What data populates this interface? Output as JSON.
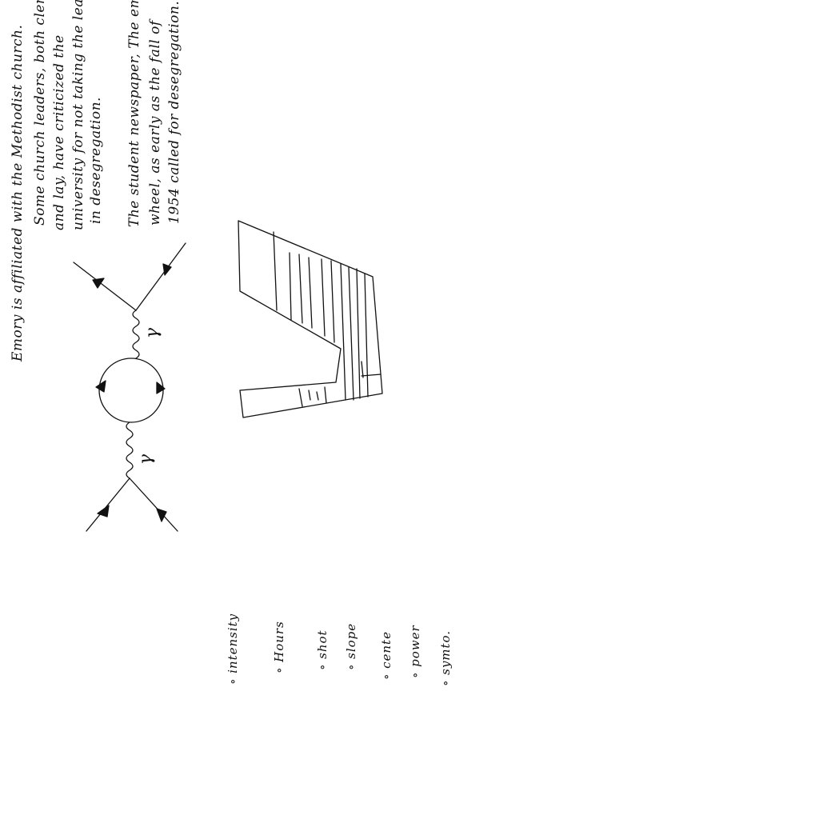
{
  "notes": {
    "line1": "Emory is affiliated with the Methodist church.",
    "para2": [
      "Some church leaders, both clerical",
      "and lay, have criticized the",
      "university for not taking the lead",
      "in desegregation."
    ],
    "para3": [
      "The student newspaper, The emory",
      "wheel, as early as the fall of",
      "1954 called for desegregation."
    ]
  },
  "feynman": {
    "label_top": "γ",
    "label_bottom": "γ"
  },
  "bullets": [
    "∘ intensity",
    "∘ Hours",
    "∘ shot",
    "∘ slope",
    "∘ cente",
    "∘ power",
    "∘ symto."
  ],
  "colors": {
    "ink": "#111111",
    "paper": "#ffffff"
  }
}
